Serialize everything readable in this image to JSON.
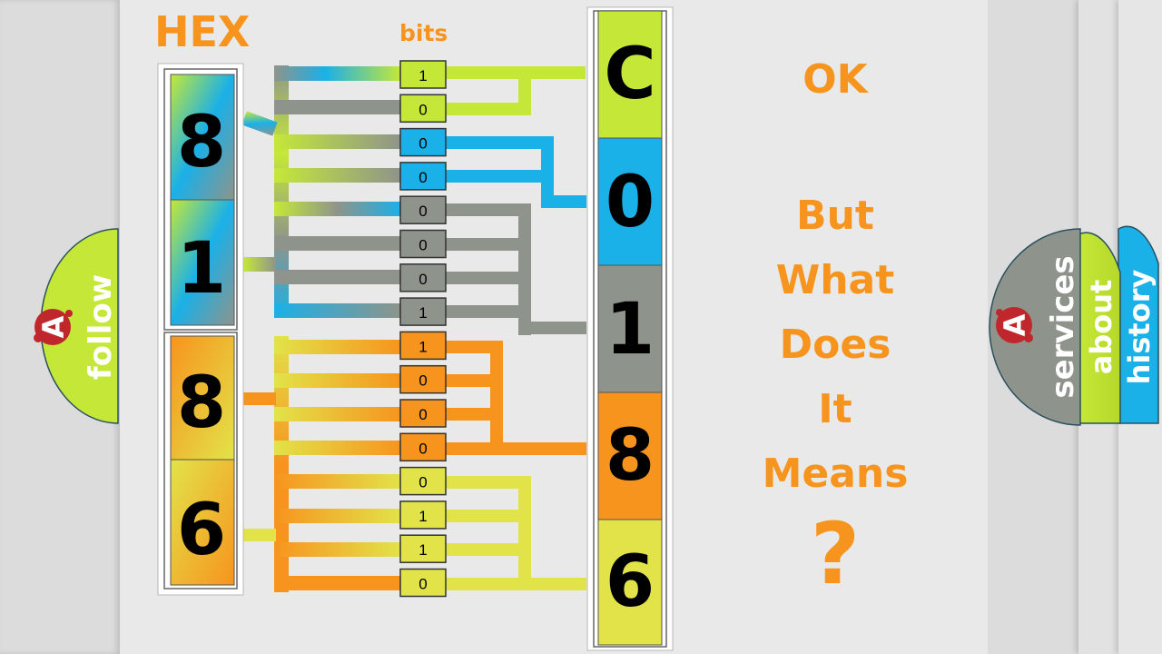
{
  "headers": {
    "hex": "HEX",
    "bits": "bits"
  },
  "hex_digits": [
    "8",
    "1",
    "8",
    "6"
  ],
  "result_digits": [
    "C",
    "0",
    "1",
    "8",
    "6"
  ],
  "bits": [
    "1",
    "0",
    "0",
    "0",
    "0",
    "0",
    "0",
    "1",
    "1",
    "0",
    "0",
    "0",
    "0",
    "1",
    "1",
    "0"
  ],
  "message": {
    "ok": "OK",
    "lines": [
      "But",
      "What",
      "Does",
      "It",
      "Means"
    ],
    "question": "?"
  },
  "tabs": {
    "follow": "follow",
    "services": "services",
    "about": "about",
    "history": "history",
    "logo_letter": "A"
  },
  "colors": {
    "orange": "#f7941d",
    "lime": "#c5e838",
    "blue": "#1ab0e8",
    "gray": "#8e948b",
    "yellow": "#e2e349",
    "background": "#e9e9e9"
  }
}
